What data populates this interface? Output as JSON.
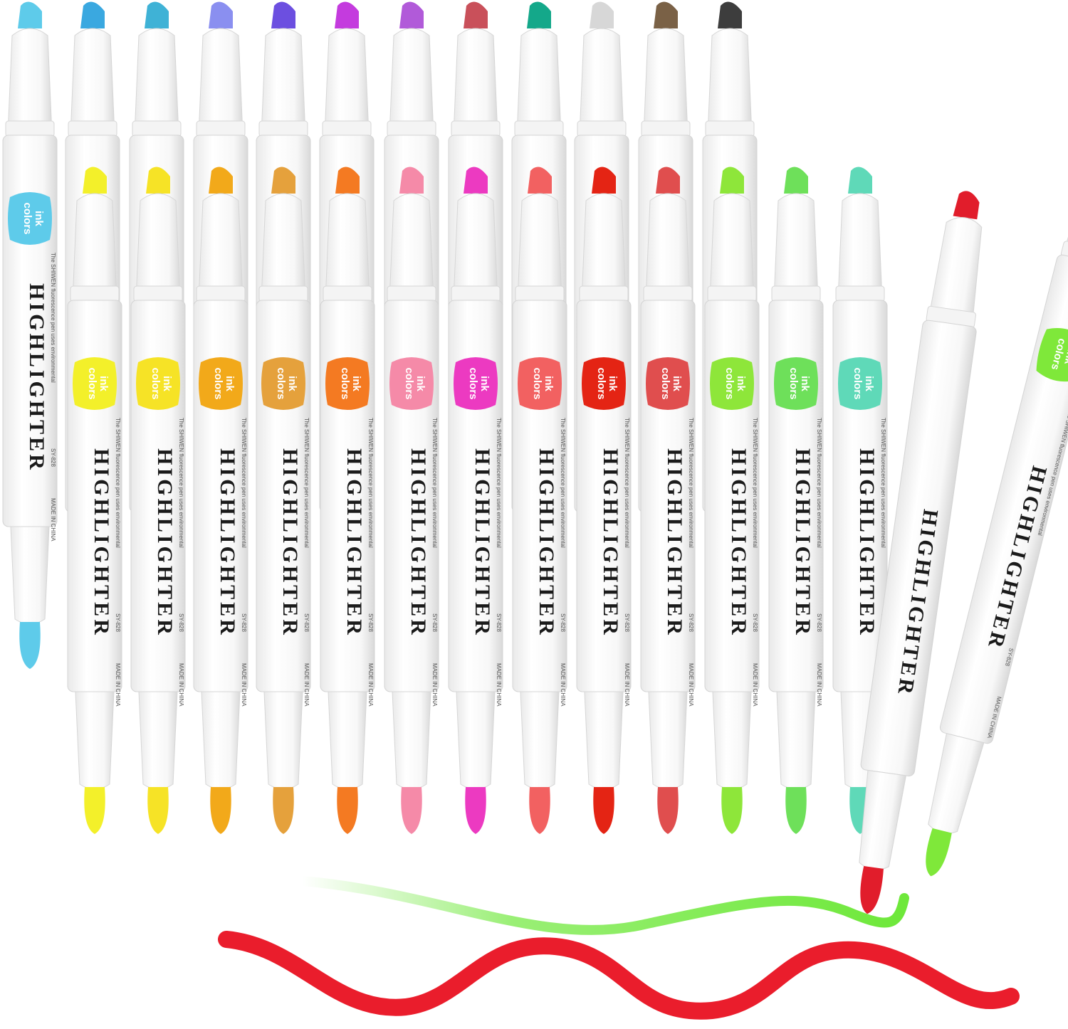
{
  "brand_text": "HIGHLIGHTER",
  "badge_line1": "ink",
  "badge_line2": "colors",
  "fine_print_1": "The SHIWEN fluorescence pen uses environmental",
  "fine_print_2": "SY-828",
  "fine_print_3": "MADE IN CHINA",
  "back_row_colors": [
    "#5ecbea",
    "#3aa8e0",
    "#3fb2d6",
    "#8a8ff0",
    "#6c4fe0",
    "#c43bde",
    "#b15ad9",
    "#c9505a",
    "#14a88a",
    "#d7d7d7",
    "#7a6146",
    "#3d3d3d"
  ],
  "front_row_colors": [
    "#f3f02a",
    "#f6e326",
    "#f2a91a",
    "#e5a13c",
    "#f47a22",
    "#f58aa8",
    "#ec3ac1",
    "#f26161",
    "#e42414",
    "#e04e4e",
    "#8ee63a",
    "#6ee05a",
    "#5fd9b8"
  ],
  "crossed_pens": [
    {
      "color": "#e11d2b"
    },
    {
      "color": "#7fe83a"
    }
  ],
  "front_badge_colors": [
    "#f3f02a",
    "#f6e326",
    "#f2a91a",
    "#e5a13c",
    "#f47a22",
    "#f58aa8",
    "#ec3ac1",
    "#f26161",
    "#e42414",
    "#e04e4e",
    "#8ee63a",
    "#6ee05a",
    "#5fd9b8"
  ],
  "stroke_colors": {
    "green": "#6ee83a",
    "red": "#ea1d2c"
  }
}
